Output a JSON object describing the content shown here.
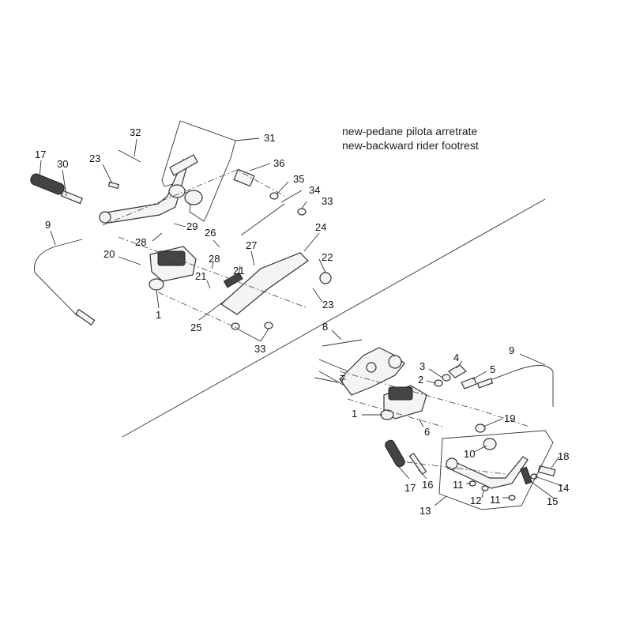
{
  "title": {
    "line1": "new-pedane pilota arretrate",
    "line2": "new-backward rider footrest"
  },
  "callouts": {
    "left": [
      "32",
      "31",
      "17",
      "30",
      "23",
      "36",
      "35",
      "34",
      "33",
      "9",
      "29",
      "28",
      "26",
      "24",
      "20",
      "27",
      "21",
      "22",
      "28",
      "21",
      "1",
      "25",
      "23",
      "33"
    ],
    "right": [
      "8",
      "7",
      "3",
      "4",
      "5",
      "9",
      "2",
      "1",
      "6",
      "19",
      "10",
      "18",
      "17",
      "16",
      "11",
      "14",
      "12",
      "11",
      "15",
      "13"
    ]
  }
}
